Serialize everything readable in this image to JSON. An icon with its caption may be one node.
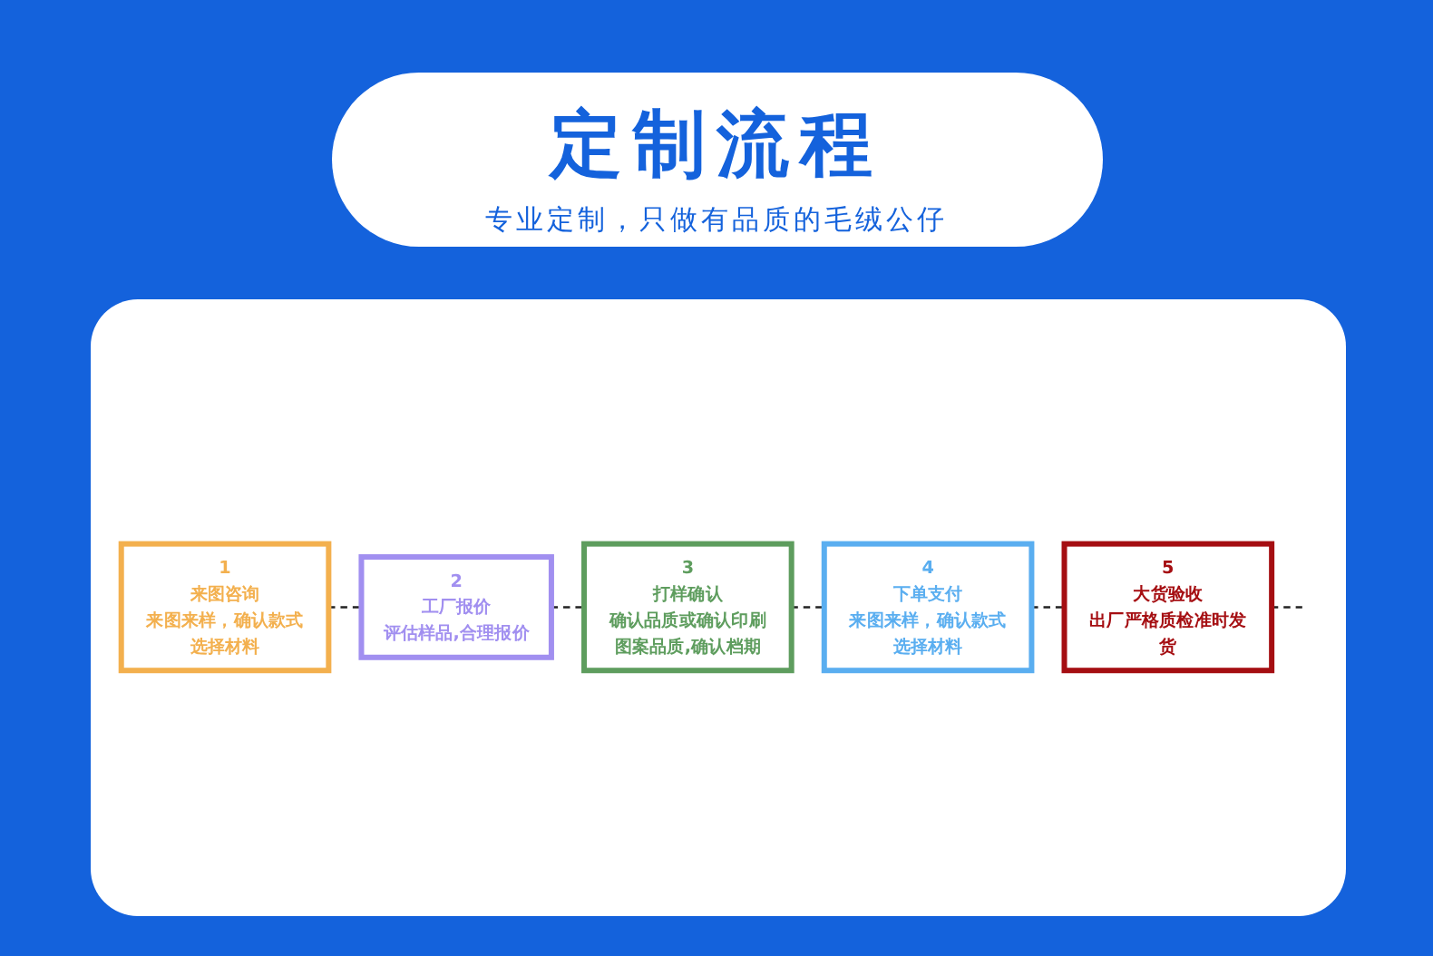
{
  "diagram": {
    "title": "定制流程",
    "caption": "专业定制，只做有品质的毛绒公仔",
    "nodes": [
      {
        "text": [
          "1",
          "来图咨询",
          "来图来样，确认款式选择材料"
        ]
      },
      {
        "text": [
          "2",
          "工厂报价",
          "评估样品,合理报价"
        ]
      },
      {
        "text": [
          "3",
          "打样确认",
          "确认品质或确认印刷图案品质,确认档期"
        ]
      },
      {
        "text": [
          "4",
          "下单支付",
          "来图来样，确认款式选择材料"
        ]
      },
      {
        "text": [
          "5",
          "大货验收",
          "出厂严格质检准时发货"
        ]
      }
    ],
    "edges": [
      {
        "from": 0,
        "to": 1,
        "arrow": "none",
        "style": "dashed"
      },
      {
        "from": 1,
        "to": 2,
        "arrow": "none",
        "style": "dashed"
      },
      {
        "from": 2,
        "to": 3,
        "arrow": "none",
        "style": "dashed"
      },
      {
        "from": 3,
        "to": 4,
        "arrow": "none",
        "style": "dashed"
      },
      {
        "from": 4,
        "to": null,
        "arrow": "none",
        "style": "dashed"
      }
    ]
  }
}
